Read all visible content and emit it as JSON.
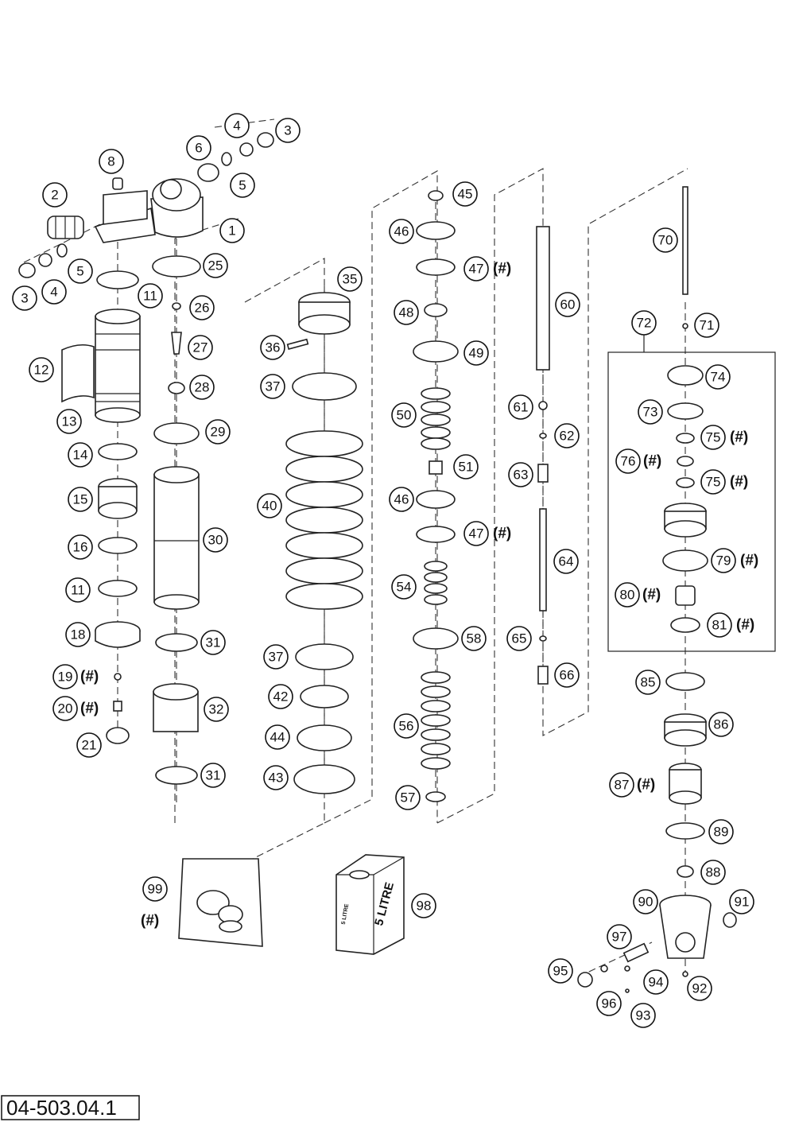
{
  "diagram_id": "04-503.04.1",
  "flag": "(#)",
  "can_label_big": "5 LITRE",
  "can_label_small": "5 LITRE",
  "callouts": [
    {
      "id": "c1",
      "n": "1"
    },
    {
      "id": "c2",
      "n": "2"
    },
    {
      "id": "c3a",
      "n": "3"
    },
    {
      "id": "c3b",
      "n": "3"
    },
    {
      "id": "c4a",
      "n": "4"
    },
    {
      "id": "c4b",
      "n": "4"
    },
    {
      "id": "c5a",
      "n": "5"
    },
    {
      "id": "c5b",
      "n": "5"
    },
    {
      "id": "c6",
      "n": "6"
    },
    {
      "id": "c8",
      "n": "8"
    },
    {
      "id": "c11a",
      "n": "11"
    },
    {
      "id": "c11b",
      "n": "11"
    },
    {
      "id": "c12",
      "n": "12"
    },
    {
      "id": "c13",
      "n": "13"
    },
    {
      "id": "c14",
      "n": "14"
    },
    {
      "id": "c15",
      "n": "15"
    },
    {
      "id": "c16",
      "n": "16"
    },
    {
      "id": "c18",
      "n": "18"
    },
    {
      "id": "c19",
      "n": "19",
      "flag": true
    },
    {
      "id": "c20",
      "n": "20",
      "flag": true
    },
    {
      "id": "c21",
      "n": "21"
    },
    {
      "id": "c25",
      "n": "25"
    },
    {
      "id": "c26",
      "n": "26"
    },
    {
      "id": "c27",
      "n": "27"
    },
    {
      "id": "c28",
      "n": "28"
    },
    {
      "id": "c29",
      "n": "29"
    },
    {
      "id": "c30",
      "n": "30"
    },
    {
      "id": "c31a",
      "n": "31"
    },
    {
      "id": "c31b",
      "n": "31"
    },
    {
      "id": "c32",
      "n": "32"
    },
    {
      "id": "c35",
      "n": "35"
    },
    {
      "id": "c36",
      "n": "36"
    },
    {
      "id": "c37a",
      "n": "37"
    },
    {
      "id": "c37b",
      "n": "37"
    },
    {
      "id": "c40",
      "n": "40"
    },
    {
      "id": "c42",
      "n": "42"
    },
    {
      "id": "c43",
      "n": "43"
    },
    {
      "id": "c44",
      "n": "44"
    },
    {
      "id": "c45",
      "n": "45"
    },
    {
      "id": "c46a",
      "n": "46"
    },
    {
      "id": "c46b",
      "n": "46"
    },
    {
      "id": "c47a",
      "n": "47",
      "flag": true
    },
    {
      "id": "c47b",
      "n": "47",
      "flag": true
    },
    {
      "id": "c48",
      "n": "48"
    },
    {
      "id": "c49",
      "n": "49"
    },
    {
      "id": "c50",
      "n": "50"
    },
    {
      "id": "c51",
      "n": "51"
    },
    {
      "id": "c54",
      "n": "54"
    },
    {
      "id": "c56",
      "n": "56"
    },
    {
      "id": "c57",
      "n": "57"
    },
    {
      "id": "c58",
      "n": "58"
    },
    {
      "id": "c60",
      "n": "60"
    },
    {
      "id": "c61",
      "n": "61"
    },
    {
      "id": "c62",
      "n": "62"
    },
    {
      "id": "c63",
      "n": "63"
    },
    {
      "id": "c64",
      "n": "64"
    },
    {
      "id": "c65",
      "n": "65"
    },
    {
      "id": "c66",
      "n": "66"
    },
    {
      "id": "c70",
      "n": "70"
    },
    {
      "id": "c71",
      "n": "71"
    },
    {
      "id": "c72",
      "n": "72"
    },
    {
      "id": "c73",
      "n": "73"
    },
    {
      "id": "c74",
      "n": "74"
    },
    {
      "id": "c75a",
      "n": "75",
      "flag": true
    },
    {
      "id": "c75b",
      "n": "75",
      "flag": true
    },
    {
      "id": "c76",
      "n": "76",
      "flag": true
    },
    {
      "id": "c79",
      "n": "79",
      "flag": true
    },
    {
      "id": "c80",
      "n": "80",
      "flag": true
    },
    {
      "id": "c81",
      "n": "81",
      "flag": true
    },
    {
      "id": "c85",
      "n": "85"
    },
    {
      "id": "c86",
      "n": "86"
    },
    {
      "id": "c87",
      "n": "87",
      "flag": true
    },
    {
      "id": "c88",
      "n": "88"
    },
    {
      "id": "c89",
      "n": "89"
    },
    {
      "id": "c90",
      "n": "90"
    },
    {
      "id": "c91",
      "n": "91"
    },
    {
      "id": "c92",
      "n": "92"
    },
    {
      "id": "c93",
      "n": "93"
    },
    {
      "id": "c94",
      "n": "94"
    },
    {
      "id": "c95",
      "n": "95"
    },
    {
      "id": "c96",
      "n": "96"
    },
    {
      "id": "c97",
      "n": "97"
    },
    {
      "id": "c98",
      "n": "98"
    },
    {
      "id": "c99",
      "n": "99",
      "flag": true
    }
  ]
}
